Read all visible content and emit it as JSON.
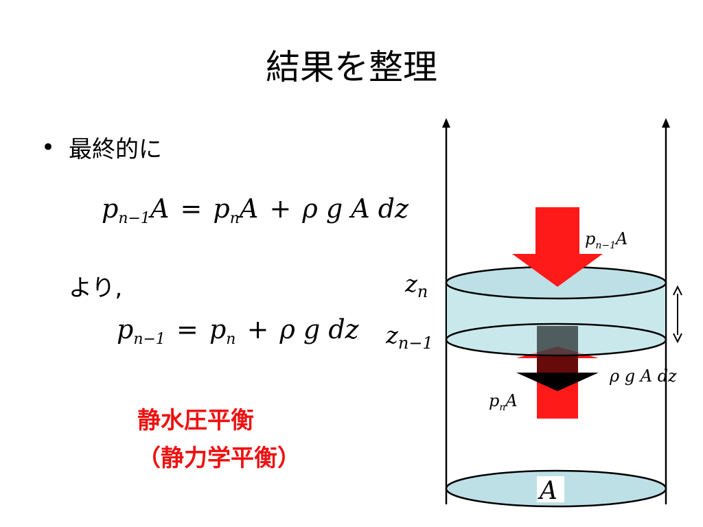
{
  "title": "結果を整理",
  "bullet": {
    "symbol": "•",
    "text": "最終的に"
  },
  "equation1": {
    "lhs_var": "p",
    "lhs_sub": "n−1",
    "lhs_tail": "A",
    "eq": "=",
    "rhs1_var": "p",
    "rhs1_sub": "n",
    "rhs1_tail": "A",
    "plus": "+",
    "rhs2": "ρ g A dz"
  },
  "yori": "より,",
  "equation2": {
    "lhs_var": "p",
    "lhs_sub": "n−1",
    "eq": "=",
    "rhs1_var": "p",
    "rhs1_sub": "n",
    "plus": "+",
    "rhs2": "ρ g dz"
  },
  "note_line1": "静水圧平衡",
  "note_line2": "（静力学平衡）",
  "diagram": {
    "label_top_force_var": "p",
    "label_top_force_sub": "n−1",
    "label_top_force_tail": "A",
    "label_zn": "z",
    "label_zn_sub": "n",
    "label_zn1": "z",
    "label_zn1_sub": "n−1",
    "label_weight": "ρ g A dz",
    "label_bottom_force_var": "p",
    "label_bottom_force_sub": "n",
    "label_bottom_force_tail": "A",
    "label_area": "A",
    "colors": {
      "force_arrow": "#ff1a1a",
      "weight_arrow": "#000000",
      "slab_fill": "#c8e8ec",
      "ellipse_fill": "#bde0e6",
      "outline": "#000000"
    }
  }
}
